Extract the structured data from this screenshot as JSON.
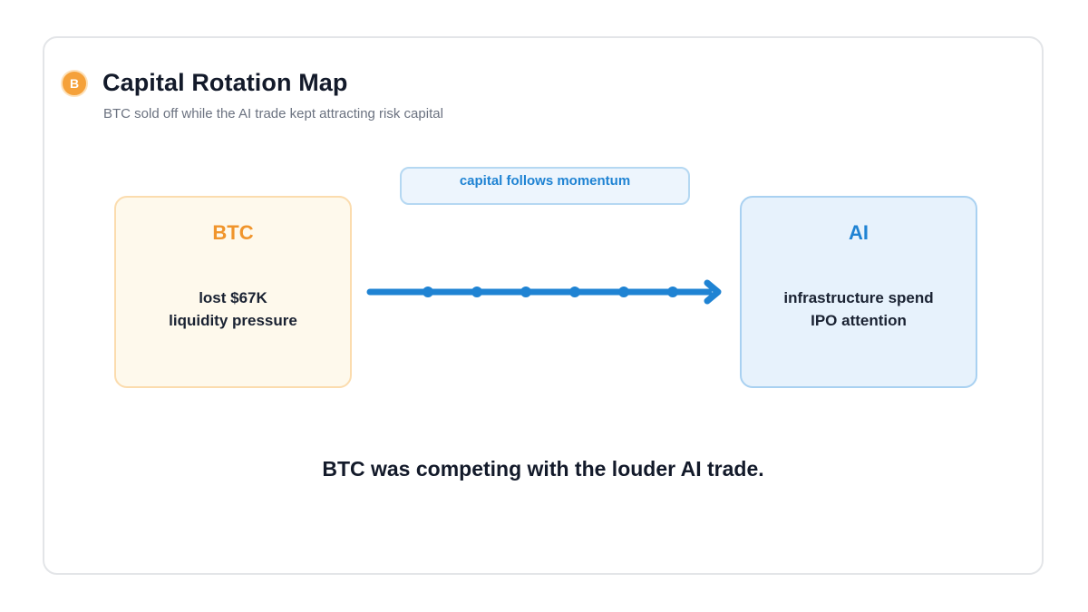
{
  "header": {
    "badge_letter": "B",
    "title": "Capital Rotation Map",
    "subtitle": "BTC sold off while the AI trade kept attracting risk capital"
  },
  "flow": {
    "label": "capital follows momentum",
    "from": {
      "label": "BTC",
      "lines": [
        "lost $67K",
        "liquidity pressure"
      ],
      "accent": "#f0952c"
    },
    "to": {
      "label": "AI",
      "lines": [
        "infrastructure spend",
        "IPO attention"
      ],
      "accent": "#1f83d3"
    },
    "arrow_color": "#1f83d3",
    "dot_count": 6
  },
  "conclusion": "BTC was competing with the louder AI trade."
}
